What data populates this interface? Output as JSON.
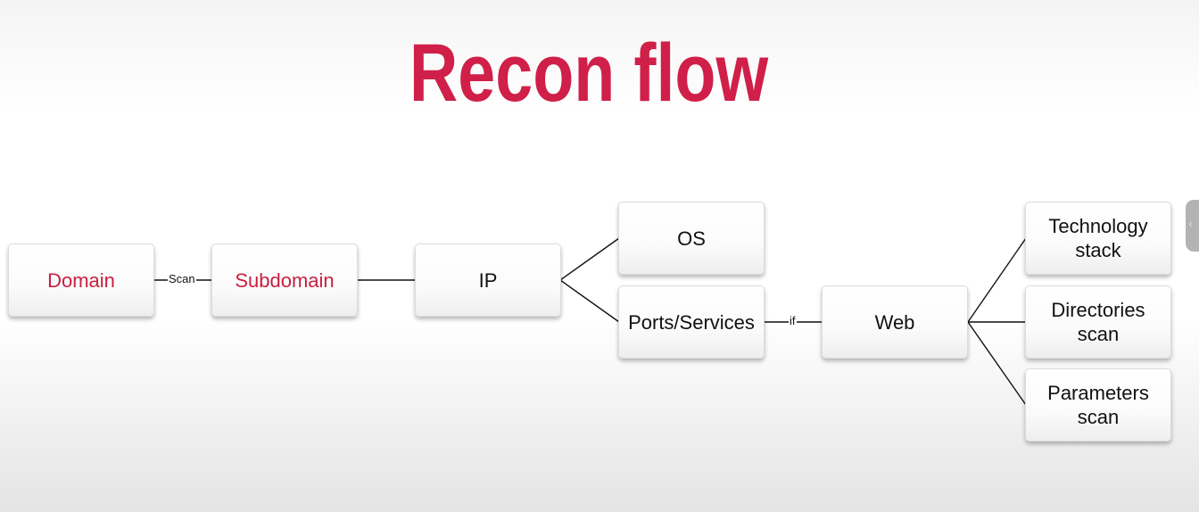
{
  "title": "Recon flow",
  "colors": {
    "title": "#d01f48",
    "accent_text": "#c8203f",
    "text": "#111111",
    "line": "#111111"
  },
  "nodes": {
    "domain": "Domain",
    "subdomain": "Subdomain",
    "ip": "IP",
    "os": "OS",
    "ports_services": "Ports/Services",
    "web": "Web",
    "technology_stack": [
      "Technology",
      "stack"
    ],
    "directories_scan": [
      "Directories",
      "scan"
    ],
    "parameters_scan": [
      "Parameters",
      "scan"
    ]
  },
  "edge_labels": {
    "domain_to_subdomain": "Scan",
    "ports_to_web": "if"
  },
  "sidebar_handle": {
    "icon": "chevron-left-icon"
  }
}
